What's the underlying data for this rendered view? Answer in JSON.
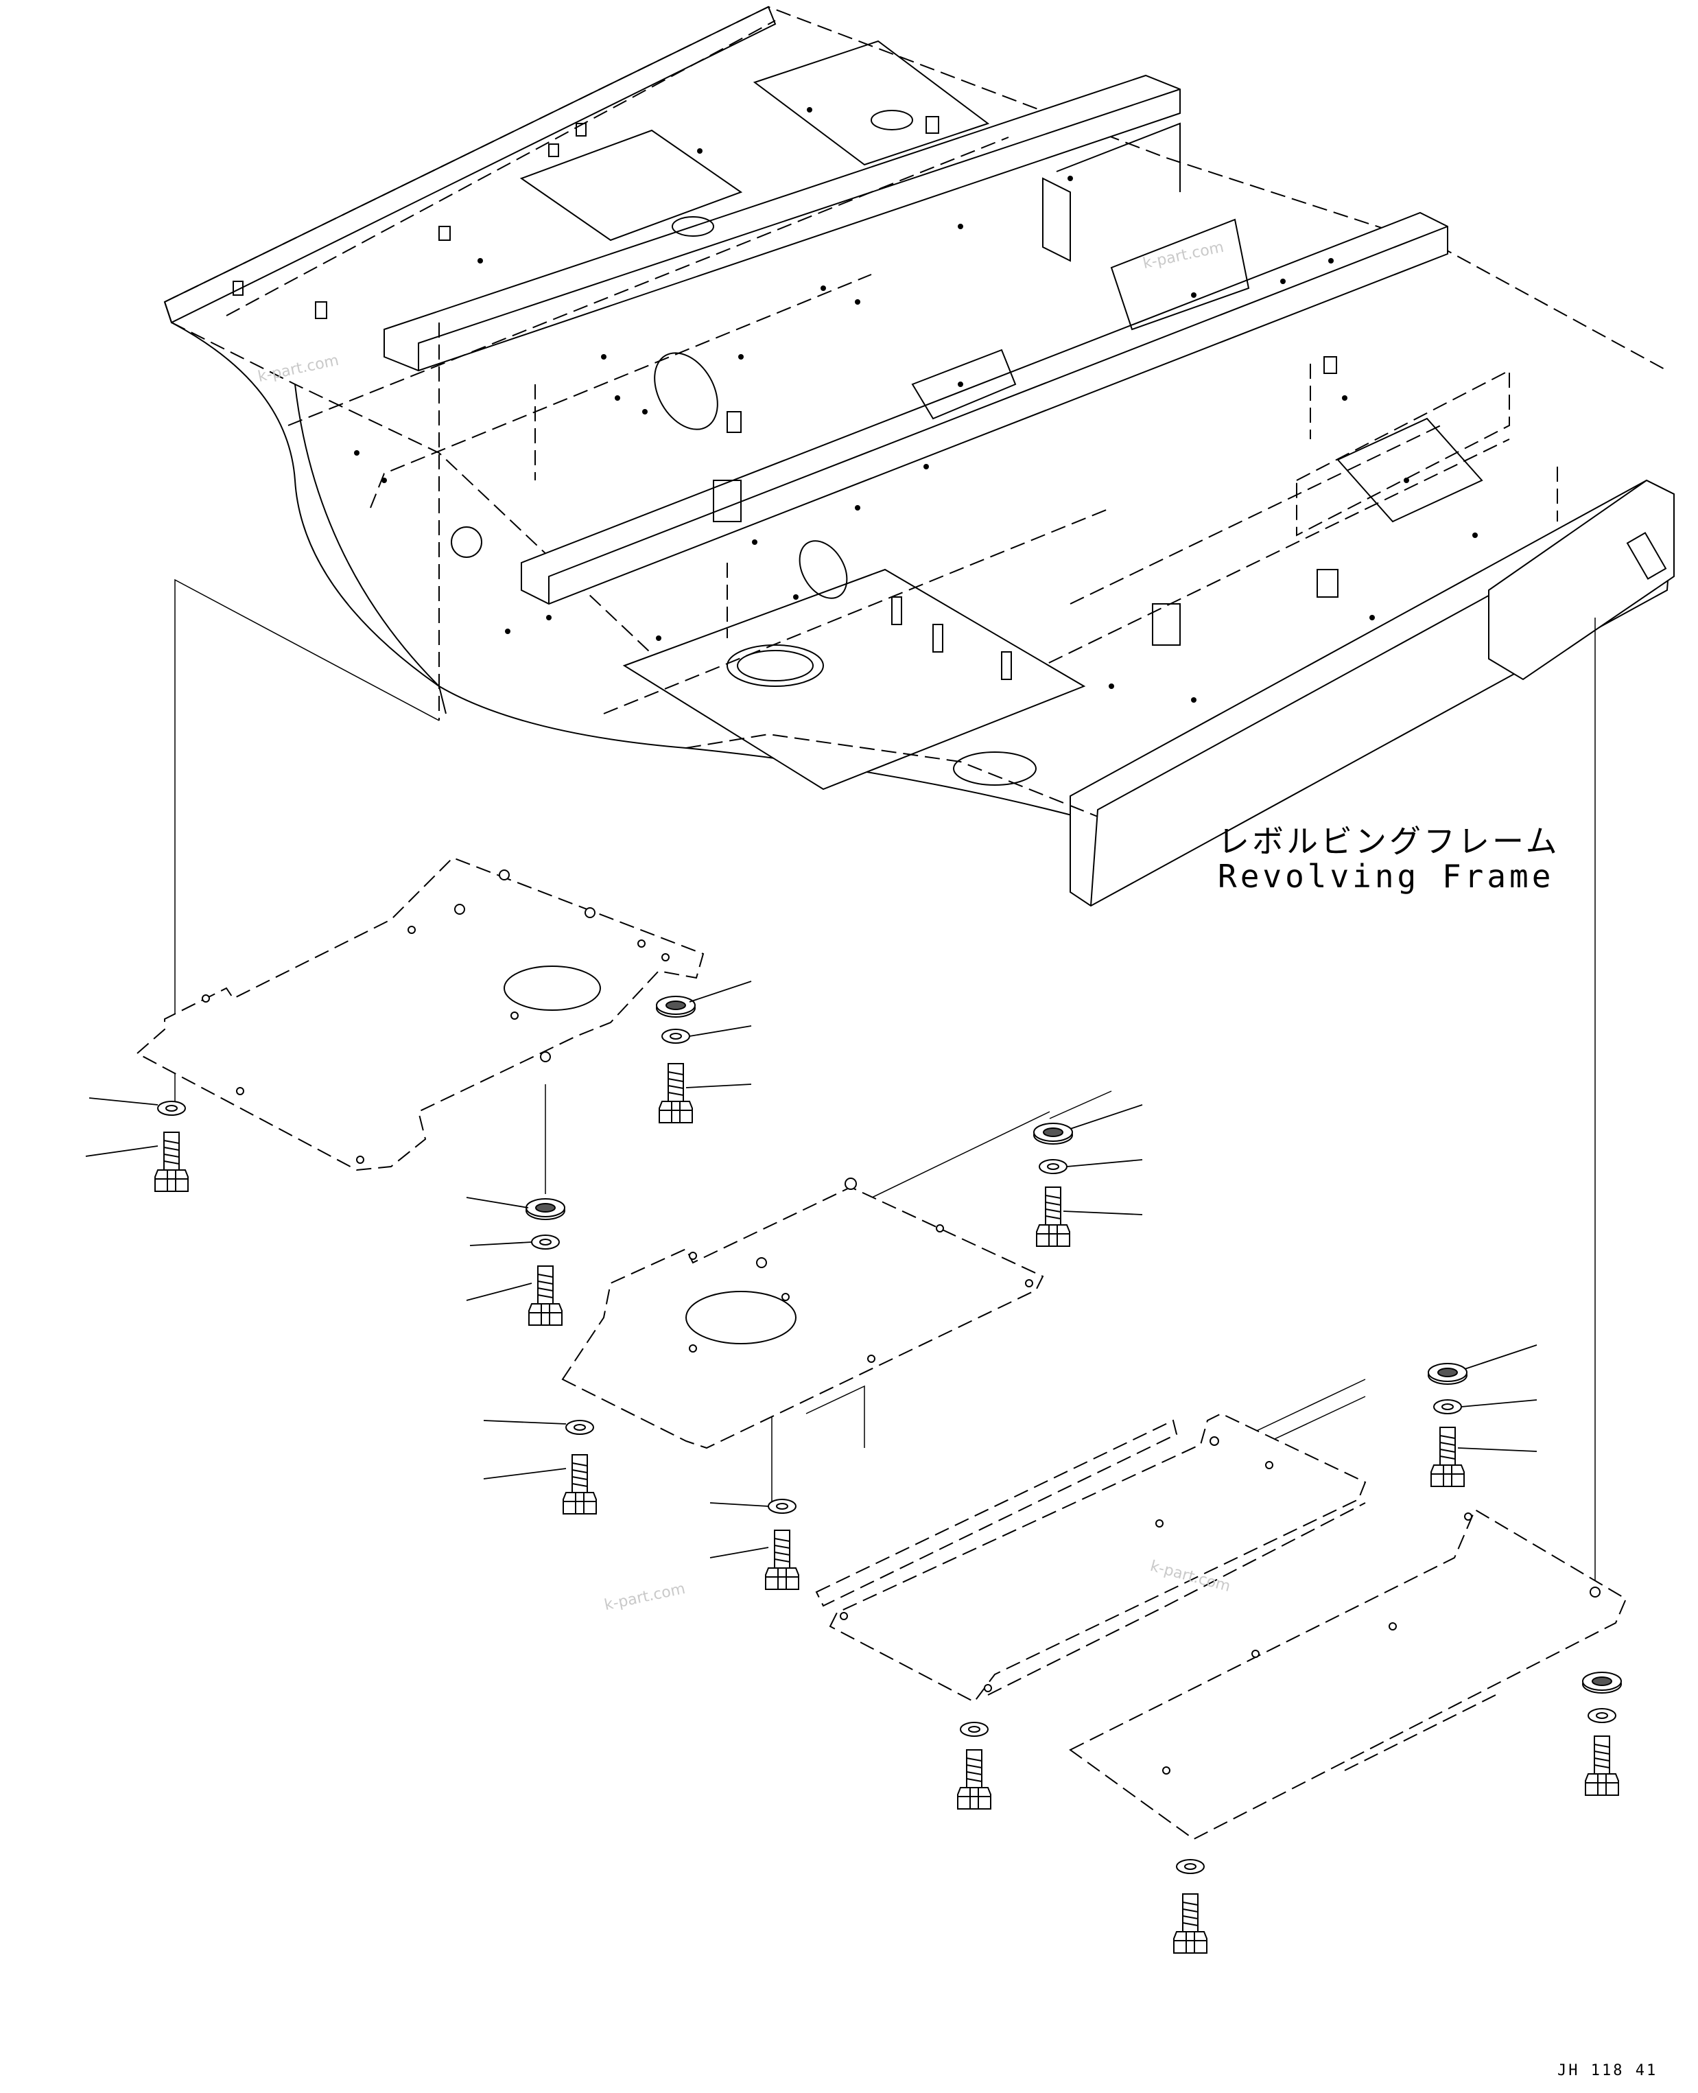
{
  "diagram": {
    "component_label_jp": "レボルビングフレーム",
    "component_label_en": "Revolving Frame",
    "drawing_code": "JH 118 41"
  },
  "watermarks": [
    "k-part.com",
    "k-part.com",
    "k-part.com",
    "k-part.com"
  ],
  "icons": [
    "revolving-frame-drawing",
    "cover-plate",
    "bolt",
    "washer",
    "thick-washer"
  ]
}
